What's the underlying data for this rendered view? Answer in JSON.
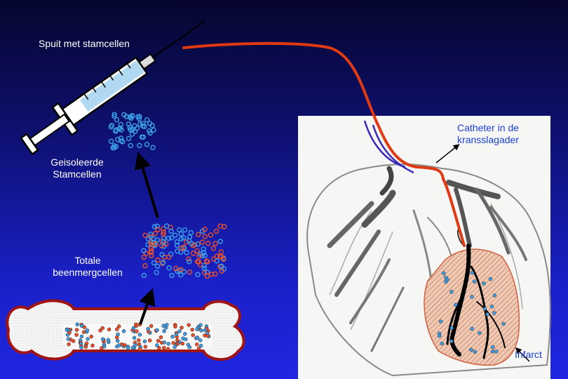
{
  "labels": {
    "syringe": "Spuit met stamcellen",
    "isolated_line1": "Geisoleerde",
    "isolated_line2": "Stamcellen",
    "total_line1": "Totale",
    "total_line2": "beenmergcellen",
    "catheter_line1": "Catheter in de",
    "catheter_line2": "kransslagader",
    "infarct": "Infarct"
  },
  "colors": {
    "background_top": "#06062e",
    "background_bottom": "#2026e0",
    "catheter": "#e03a12",
    "stem_cell": "#3aa0e6",
    "marrow_cell": "#e8502a",
    "bone_outline": "#a01414",
    "infarct_fill": "#f3c7b0",
    "infarct_outline": "#d06040"
  }
}
